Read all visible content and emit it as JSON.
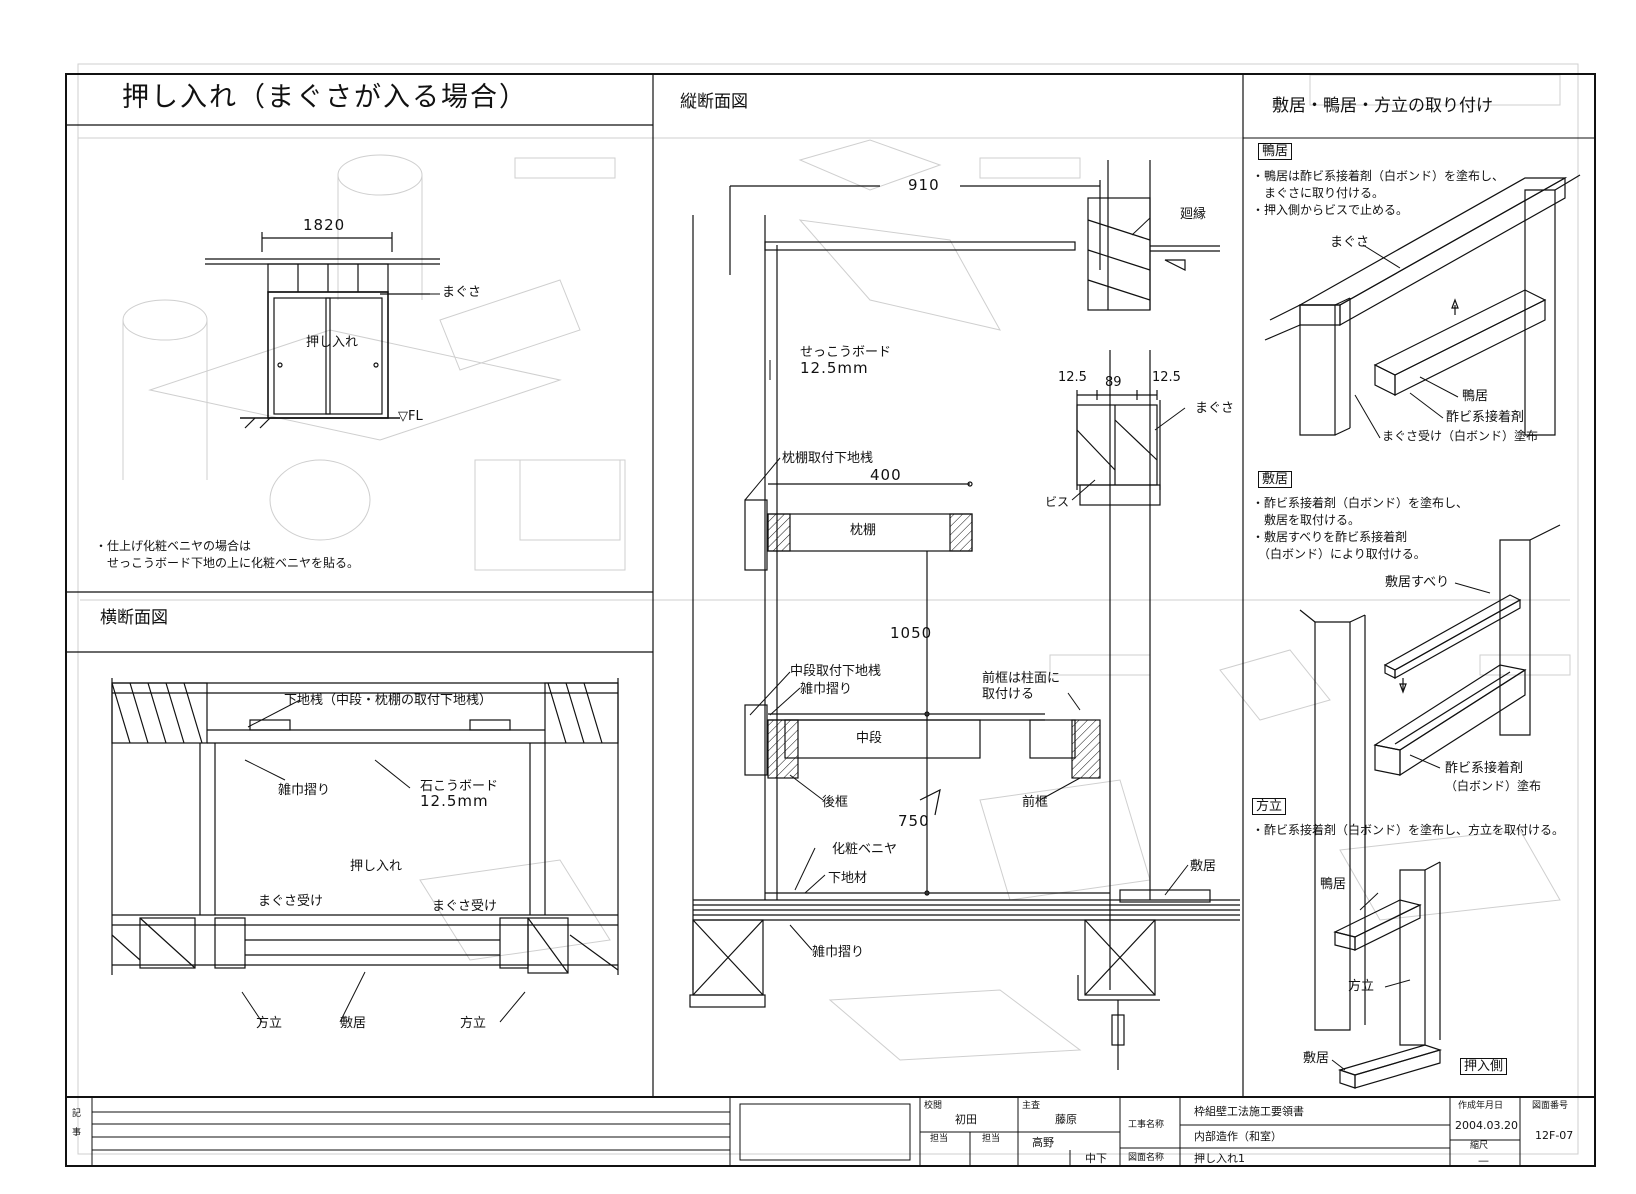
{
  "sheet": {
    "title": "押し入れ（まぐさが入る場合）",
    "note": "・仕上げ化粧ベニヤの場合は\n　せっこうボード下地の上に化粧ベニヤを貼る。"
  },
  "elevation": {
    "dim_width": "1820",
    "label_magusa": "まぐさ",
    "label_oshiire": "押し入れ",
    "label_fl": "▽FL"
  },
  "plan": {
    "title": "横断面図",
    "label_shitaji": "下地桟（中段・枕棚の取付下地桟）",
    "label_zokin": "雑巾摺り",
    "label_board": "石こうボード",
    "label_board_t": "12.5mm",
    "label_oshiire": "押し入れ",
    "label_uke_l": "まぐさ受け",
    "label_uke_r": "まぐさ受け",
    "label_houdate_l": "方立",
    "label_shikii": "敷居",
    "label_houdate_r": "方立"
  },
  "section": {
    "title": "縦断面図",
    "dim_910": "910",
    "label_mawaribuchi": "廻縁",
    "label_board": "せっこうボード",
    "label_board_t": "12.5mm",
    "dim_125a": "12.5",
    "dim_89": "89",
    "dim_125b": "12.5",
    "label_magusa": "まぐさ",
    "label_bisu": "ビス",
    "label_makura_shitaji": "枕棚取付下地桟",
    "dim_400": "400",
    "label_makura": "枕棚",
    "dim_1050": "1050",
    "label_chudan_shitaji": "中段取付下地桟",
    "label_zokin": "雑巾摺り",
    "label_maegamachi_note": "前框は柱面に\n取付ける",
    "label_chudan": "中段",
    "label_atogamachi": "後框",
    "label_maegamachi": "前框",
    "dim_750": "750",
    "label_kesho": "化粧ベニヤ",
    "label_shitajizai": "下地材",
    "label_shikii": "敷居",
    "label_zokin2": "雑巾摺り"
  },
  "iso": {
    "title": "敷居・鴨居・方立の取り付け",
    "kamoi_tag": "鴨居",
    "kamoi_note": "・鴨居は酢ビ系接着剤（白ボンド）を塗布し、\n　まぐさに取り付ける。\n・押入側からビスで止める。",
    "kamoi_magusa": "まぐさ",
    "kamoi_label": "鴨居",
    "kamoi_adh": "酢ビ系接着剤",
    "kamoi_uke": "まぐさ受け（白ボンド）塗布",
    "shikii_tag": "敷居",
    "shikii_note": "・酢ビ系接着剤（白ボンド）を塗布し、\n　敷居を取付ける。\n・敷居すべりを酢ビ系接着剤\n　（白ボンド）により取付ける。",
    "shikii_suberi": "敷居すべり",
    "shikii_adh": "酢ビ系接着剤",
    "shikii_adh2": "（白ボンド）塗布",
    "houdate_tag": "方立",
    "houdate_note": "・酢ビ系接着剤（白ボンド）を塗布し、方立を取付ける。",
    "houdate_kamoi": "鴨居",
    "houdate_label": "方立",
    "houdate_shikii": "敷居",
    "oshiire_side": "押入側"
  },
  "titleblock": {
    "kiji": "記事",
    "kouetsu": "校閲",
    "kouetsu_name": "初田",
    "shusa": "主査",
    "shusa_name": "藤原",
    "tantou1": "担当",
    "tantou2": "担当",
    "tantou_name": "高野",
    "tantou_name2": "中下",
    "koji_label": "工事名称",
    "koji_name1": "枠組壁工法施工要領書",
    "koji_name2": "内部造作（和室）",
    "zumen_label": "図面名称",
    "zumen_name": "押し入れ1",
    "date_label": "作成年月日",
    "date": "2004.03.20",
    "scale_label": "縮尺",
    "scale": "—",
    "no_label": "図面番号",
    "no": "12F-07"
  }
}
